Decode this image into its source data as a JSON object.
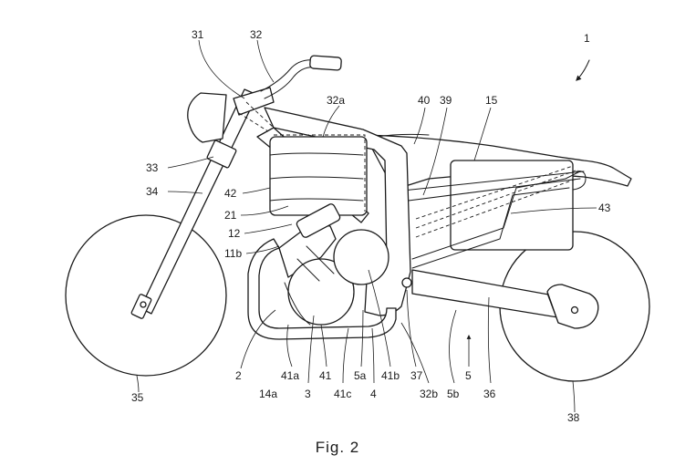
{
  "figure": {
    "caption": "Fig. 2",
    "labels": {
      "l1": "1",
      "l2": "2",
      "l3": "3",
      "l4": "4",
      "l5": "5",
      "l5a": "5a",
      "l5b": "5b",
      "l11b": "11b",
      "l12": "12",
      "l14a": "14a",
      "l15": "15",
      "l21": "21",
      "l31": "31",
      "l32": "32",
      "l32a": "32a",
      "l32b": "32b",
      "l33": "33",
      "l34": "34",
      "l35": "35",
      "l36": "36",
      "l37": "37",
      "l38": "38",
      "l39": "39",
      "l40": "40",
      "l41": "41",
      "l41a": "41a",
      "l41b": "41b",
      "l41c": "41c",
      "l42": "42",
      "l43": "43"
    }
  }
}
